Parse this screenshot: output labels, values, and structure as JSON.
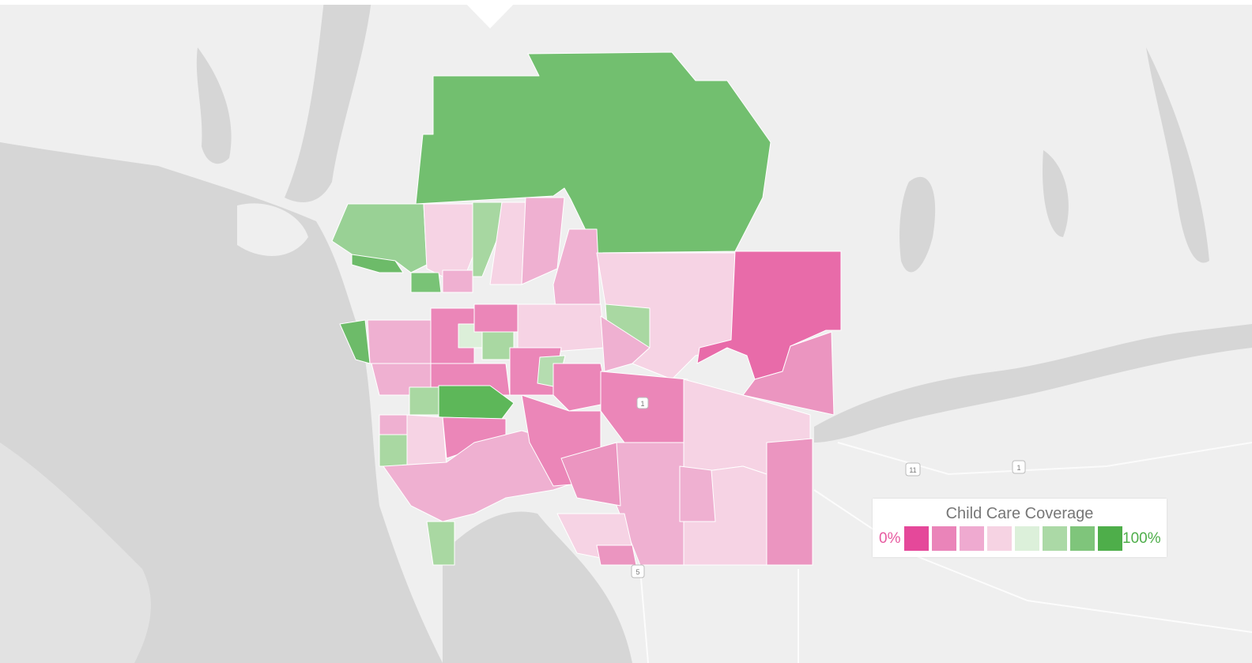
{
  "map": {
    "background_colors": {
      "land": "#efefef",
      "water": "#d6d6d6",
      "roads": "#ffffff",
      "highway_shield": "#ffffff"
    },
    "highway_shields": [
      "11",
      "1",
      "5",
      "1"
    ]
  },
  "choropleth": {
    "colors": {
      "pink_dark": "#e75aa0",
      "pink_mid": "#eb86b8",
      "pink_light": "#efb0d1",
      "pink_pale": "#f6d3e4",
      "green_pale": "#dcefd9",
      "green_light": "#a9d8a2",
      "green_mid": "#7ec47a",
      "green_dark": "#4eae4a"
    }
  },
  "legend": {
    "title": "Child Care Coverage",
    "min_label": "0%",
    "max_label": "100%",
    "min_color": "#e75aa0",
    "max_color": "#4eae4a",
    "swatches": [
      "#e5489a",
      "#ea84b9",
      "#efaad0",
      "#f6d3e3",
      "#dcf0da",
      "#abd9a6",
      "#7fc57b",
      "#4eae4a"
    ]
  }
}
